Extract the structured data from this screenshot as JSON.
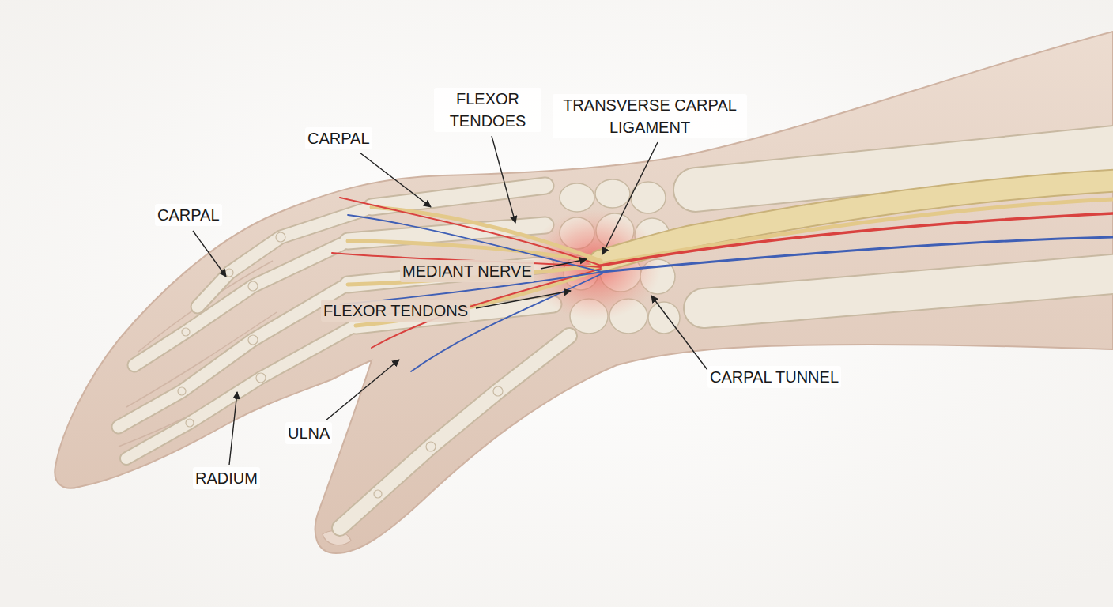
{
  "diagram": {
    "labels": [
      "FLEXOR TENDOES",
      "TRANSVERSE CARPAL LIGAMENT",
      "CARPAL",
      "CARPAL",
      "MEDIANT NERVE",
      "FLEXOR TENDONS",
      "CARPAL TUNNEL",
      "ULNA",
      "RADIUM"
    ]
  }
}
